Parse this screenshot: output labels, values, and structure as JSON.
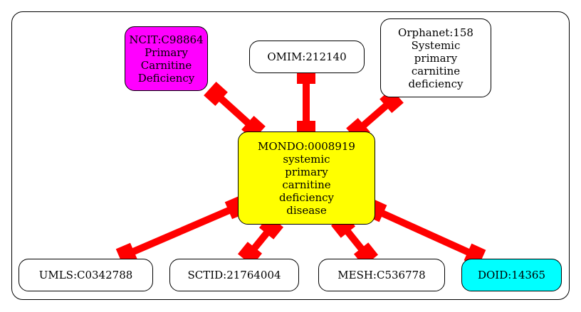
{
  "diagram": {
    "center": {
      "label": "MONDO:0008919\nsystemic\nprimary\ncarnitine\ndeficiency\ndisease",
      "fill": "#ffff00"
    },
    "nodes": [
      {
        "id": "ncit",
        "label": "NCIT:C98864\nPrimary\nCarnitine\nDeficiency",
        "fill": "#ff00ff"
      },
      {
        "id": "omim",
        "label": "OMIM:212140",
        "fill": "#ffffff"
      },
      {
        "id": "orphanet",
        "label": "Orphanet:158\nSystemic\nprimary\ncarnitine\ndeficiency",
        "fill": "#ffffff"
      },
      {
        "id": "umls",
        "label": "UMLS:C0342788",
        "fill": "#ffffff"
      },
      {
        "id": "sctid",
        "label": "SCTID:21764004",
        "fill": "#ffffff"
      },
      {
        "id": "mesh",
        "label": "MESH:C536778",
        "fill": "#ffffff"
      },
      {
        "id": "doid",
        "label": "DOID:14365",
        "fill": "#00ffff"
      }
    ],
    "edge_color": "#ff0000"
  }
}
